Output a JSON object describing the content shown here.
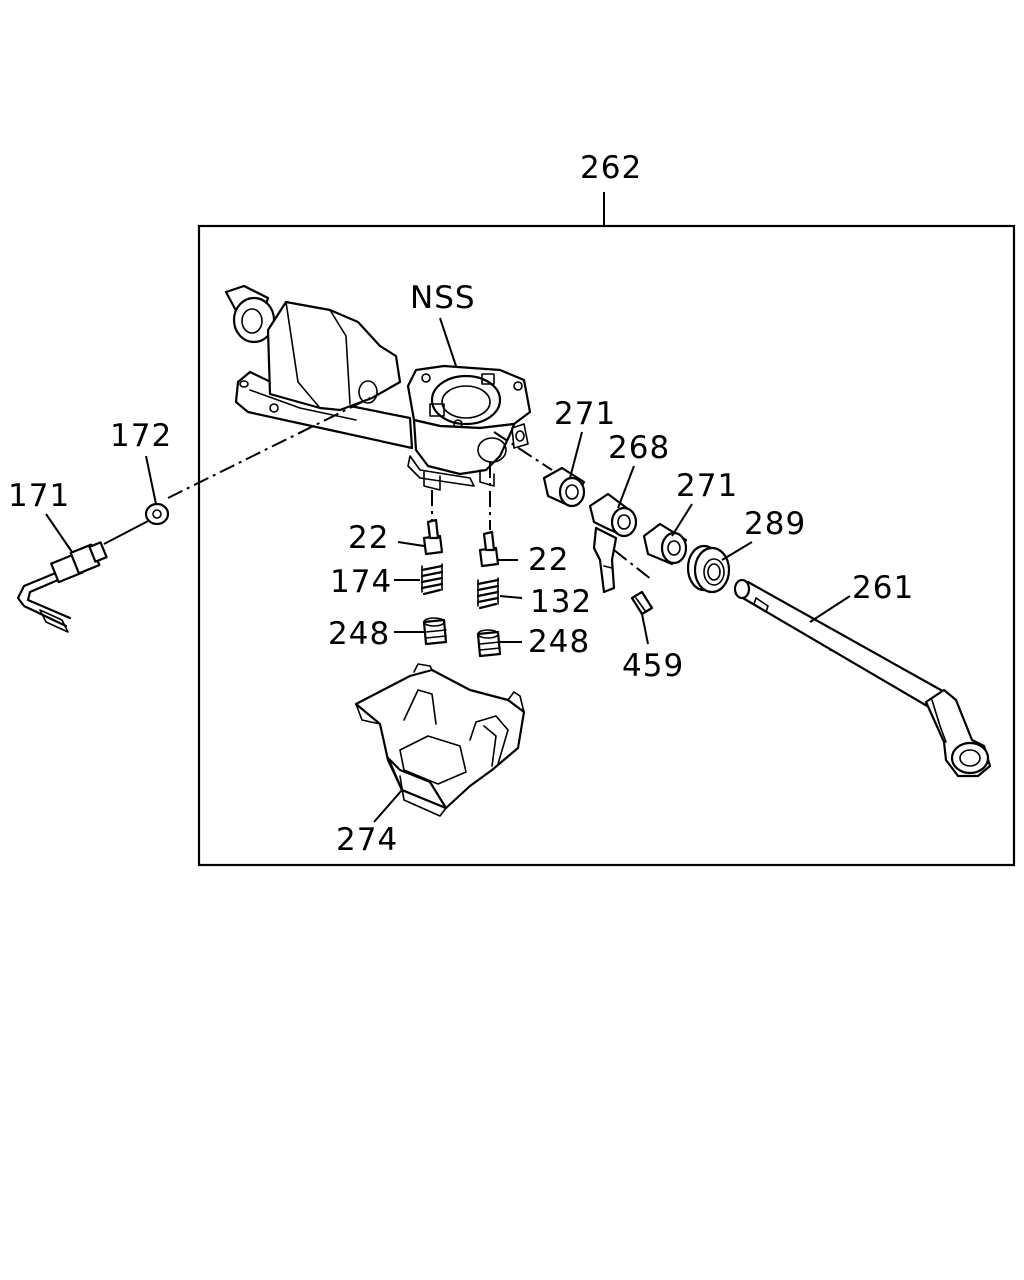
{
  "callouts": {
    "assembly_262": "262",
    "nss": "NSS",
    "part_172": "172",
    "part_171": "171",
    "part_271_a": "271",
    "part_268": "268",
    "part_271_b": "271",
    "part_289": "289",
    "part_22_a": "22",
    "part_22_b": "22",
    "part_174": "174",
    "part_132": "132",
    "part_248_a": "248",
    "part_248_b": "248",
    "part_261": "261",
    "part_459": "459",
    "part_274": "274"
  }
}
